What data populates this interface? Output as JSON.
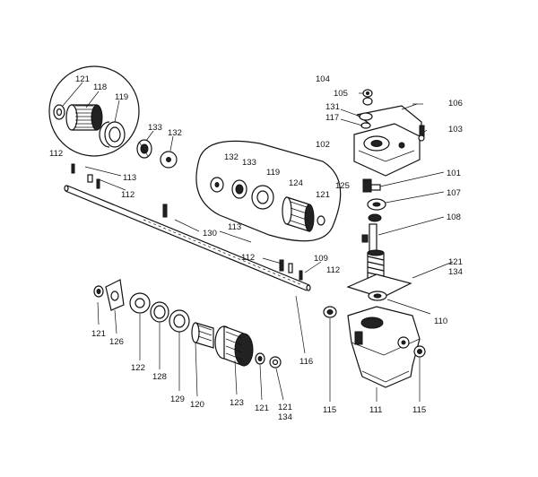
{
  "diagram": {
    "part_labels": {
      "l104": "104",
      "l105": "105",
      "l106": "106",
      "l131": "131",
      "l117": "117",
      "l103": "103",
      "l102": "102",
      "l101": "101",
      "l107": "107",
      "l108": "108",
      "l121a": "121",
      "l118": "118",
      "l119a": "119",
      "l133a": "133",
      "l132a": "132",
      "l112a": "112",
      "l113a": "113",
      "l112b": "112",
      "l132b": "132",
      "l133b": "133",
      "l119b": "119",
      "l124": "124",
      "l121b": "121",
      "l125": "125",
      "l130": "130",
      "l113b": "113",
      "l109": "109",
      "l112c": "112",
      "l112d": "112",
      "l121c": "121",
      "l134a": "134",
      "l110": "110",
      "l121d": "121",
      "l126": "126",
      "l122": "122",
      "l128": "128",
      "l129": "129",
      "l120": "120",
      "l123": "123",
      "l121e": "121",
      "l121f": "121",
      "l134b": "134",
      "l116": "116",
      "l115a": "115",
      "l111": "111",
      "l115b": "115"
    }
  }
}
